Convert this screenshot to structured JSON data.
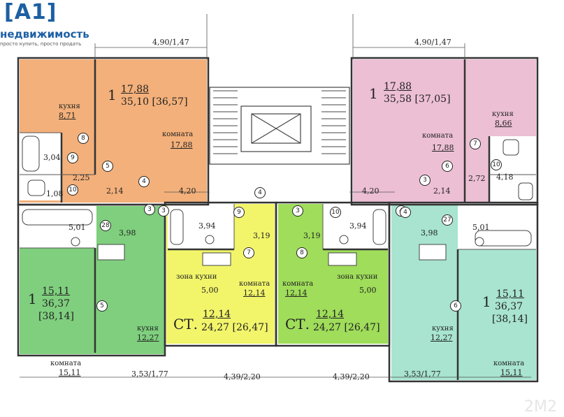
{
  "logo": {
    "brand": "[A1]",
    "word": "недвижимость",
    "slogan": "просто купить, просто продать"
  },
  "watermark": "2M2",
  "colors": {
    "orange": "#f3b07a",
    "pink": "#ecbfd4",
    "green": "#7fcf7e",
    "light_green": "#9fdd5a",
    "yellow": "#f2f56a",
    "mint": "#a8e4cf"
  },
  "dimensions": {
    "top_left": "4,90/1,47",
    "top_right": "4,90/1,47",
    "mid_left": "4,20",
    "mid_right": "4,20",
    "bottom": [
      "3,53/1,77",
      "4,39/2,20",
      "4,39/2,20",
      "3,53/1,77"
    ]
  },
  "apt_top_left": {
    "rooms": "1",
    "living": "17,88",
    "total": "35,10 [36,57]",
    "kitchen_label": "кухня",
    "kitchen": "8,71",
    "room_label": "комната",
    "room": "17,88",
    "bath": "3,04",
    "wc": "1,08",
    "hall": "2,25",
    "corr": "2,14"
  },
  "apt_top_right": {
    "rooms": "1",
    "living": "17,88",
    "total": "35,58 [37,05]",
    "kitchen_label": "кухня",
    "kitchen": "8,66",
    "room_label": "комната",
    "room": "17,88",
    "bath": "2,72",
    "wc": "4,18",
    "corr": "2,14"
  },
  "apt_bottom_left": {
    "rooms": "1",
    "living": "15,11",
    "total": "36,37",
    "total2": "[38,14]",
    "bath": "5,01",
    "hall": "3,98",
    "kitchen_label": "кухня",
    "kitchen": "12,27",
    "room_label": "комната",
    "room": "15,11"
  },
  "apt_studio_left": {
    "type": "СТ.",
    "living": "12,14",
    "total": "24,27 [26,47]",
    "bath": "3,94",
    "hall": "3,19",
    "zone_label": "зона кухни",
    "zone": "5,00",
    "room_label": "комната",
    "room": "12,14"
  },
  "apt_studio_right": {
    "type": "СТ.",
    "living": "12,14",
    "total": "24,27 [26,47]",
    "bath": "3,94",
    "hall": "3,19",
    "zone_label": "зона кухни",
    "zone": "5,00",
    "room_label": "комната",
    "room": "12,14"
  },
  "apt_bottom_right": {
    "rooms": "1",
    "living": "15,11",
    "total": "36,37",
    "total2": "[38,14]",
    "bath": "5,01",
    "hall": "3,98",
    "kitchen_label": "кухня",
    "kitchen": "12,27",
    "room_label": "комната",
    "room": "15,11"
  },
  "markers": [
    "8",
    "9",
    "10",
    "5",
    "4",
    "3",
    "4",
    "3",
    "6",
    "10",
    "7",
    "3",
    "9",
    "7",
    "3",
    "10",
    "8",
    "4",
    "28",
    "5",
    "27",
    "6",
    "4"
  ]
}
